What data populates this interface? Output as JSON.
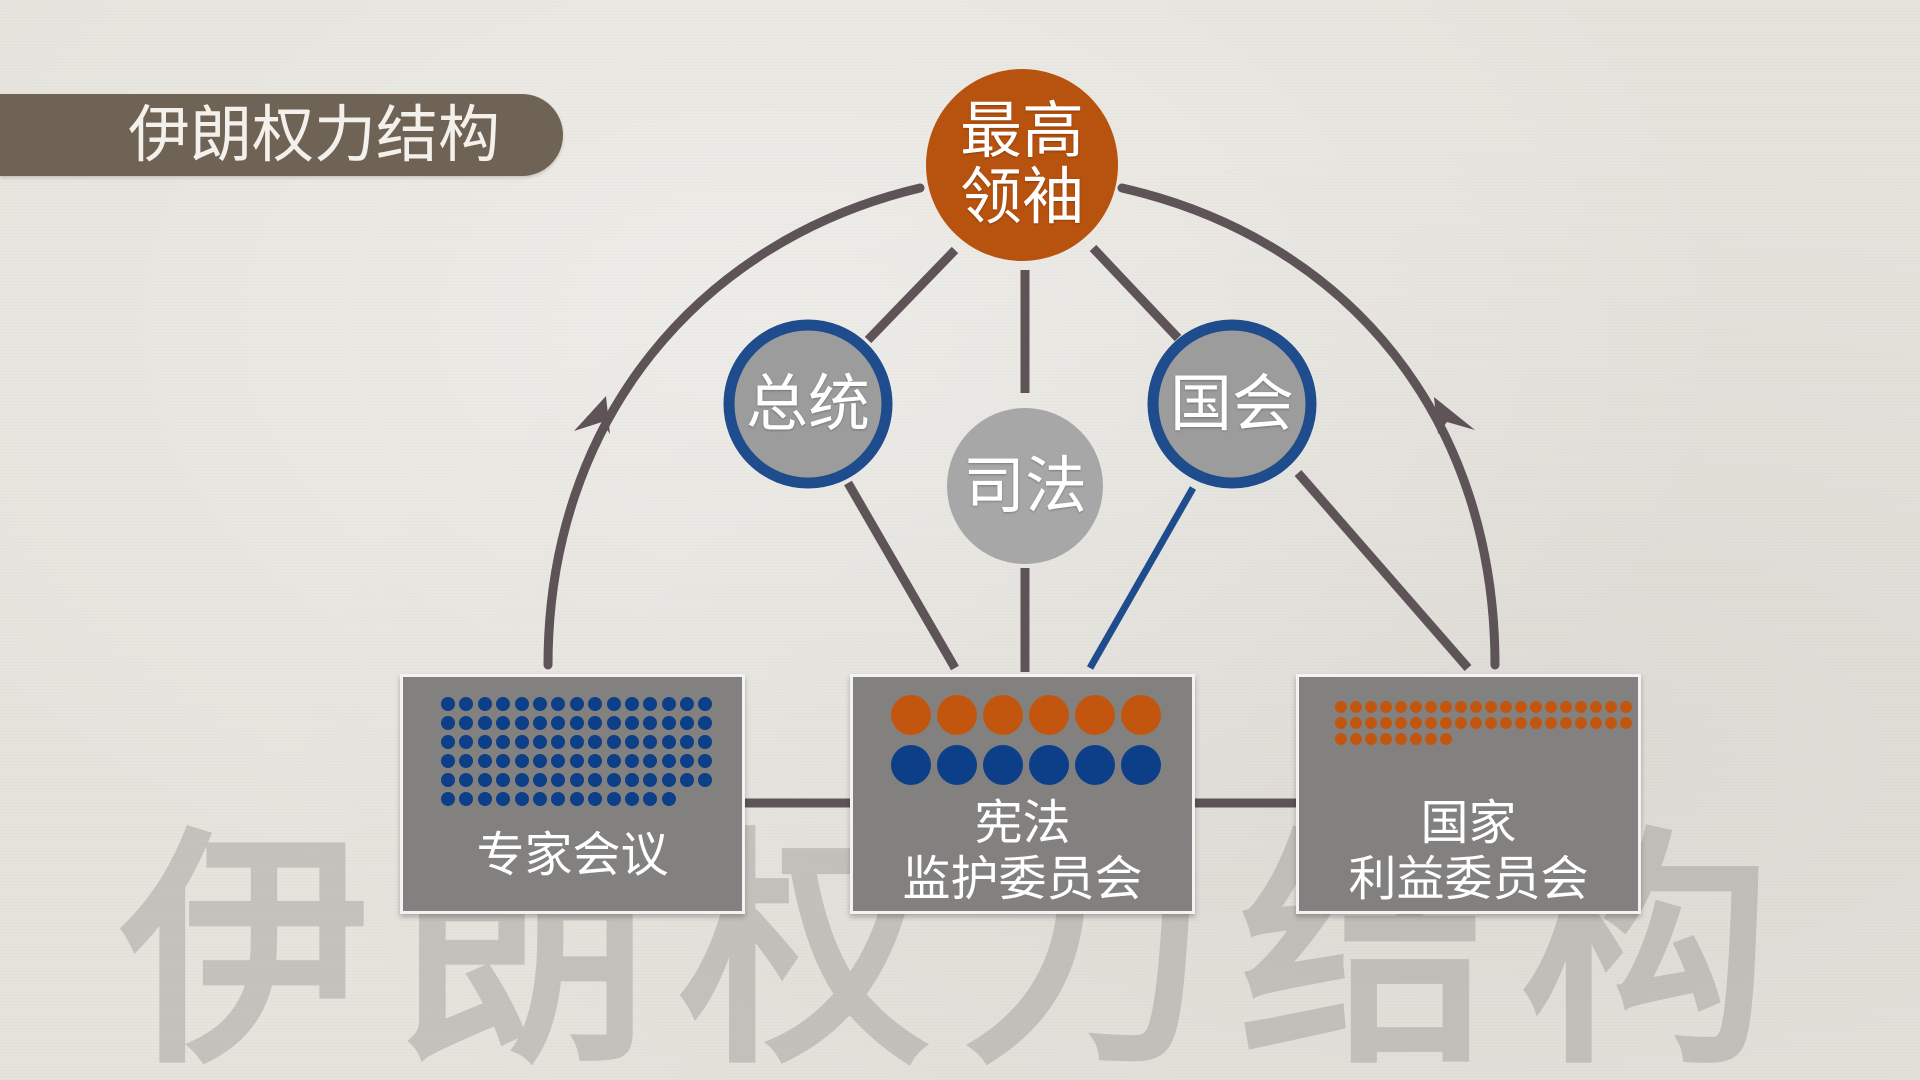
{
  "title": "伊朗权力结构",
  "watermark": "伊朗权力结构",
  "nodes": {
    "supreme_leader": {
      "line1": "最高",
      "line2": "领袖",
      "color": "#b8530f"
    },
    "president": {
      "label": "总统",
      "fill": "#9c9c9c",
      "ring": "#1e4c8c"
    },
    "judiciary": {
      "label": "司法",
      "fill": "#a7a7a7"
    },
    "parliament": {
      "label": "国会",
      "fill": "#9c9c9c",
      "ring": "#1e4c8c"
    }
  },
  "boxes": {
    "assembly_of_experts": {
      "label": "专家会议",
      "dot_count": 88,
      "dot_color": "#0c3f88"
    },
    "guardian_council": {
      "line1": "宪法",
      "line2": "监护委员会",
      "orange_count": 6,
      "blue_count": 6,
      "orange": "#c3560f",
      "blue": "#0c3f88"
    },
    "expediency_council": {
      "line1": "国家",
      "line2": "利益委员会",
      "dot_count": 48,
      "dot_color": "#c3560f"
    }
  },
  "colors": {
    "connector": "#5e5458",
    "blue_connector": "#1e4c8c",
    "title_bar": "#6f6356"
  }
}
